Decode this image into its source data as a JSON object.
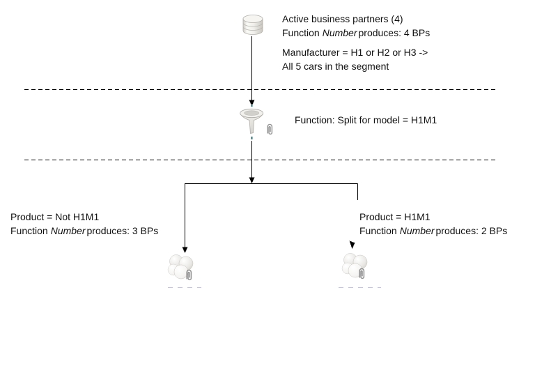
{
  "diagram": {
    "source": {
      "title": "Active business partners (4)",
      "fn_prefix": "Function",
      "fn_italic": "Number",
      "fn_suffix": "produces: 4 BPs",
      "note_line1": "Manufacturer = H1 or H2 or H3 ->",
      "note_line2": "All 5 cars in the segment"
    },
    "filter": {
      "label": "Function: Split for model = H1M1"
    },
    "left_branch": {
      "title": "Product = Not H1M1",
      "fn_prefix": "Function",
      "fn_italic": "Number",
      "fn_suffix": "produces: 3 BPs"
    },
    "right_branch": {
      "title": "Product = H1M1",
      "fn_prefix": "Function",
      "fn_italic": "Number",
      "fn_suffix": "produces: 2 BPs"
    },
    "icons": {
      "source": "database-icon",
      "filter": "funnel-icon",
      "left": "business-partner-group-icon",
      "right": "business-partner-group-icon",
      "attachment": "paperclip-icon"
    },
    "colors": {
      "line": "#000000",
      "text": "#111111",
      "faint_dash": "#c6c6d8",
      "anchor_mark": "#2e6b6e"
    }
  }
}
